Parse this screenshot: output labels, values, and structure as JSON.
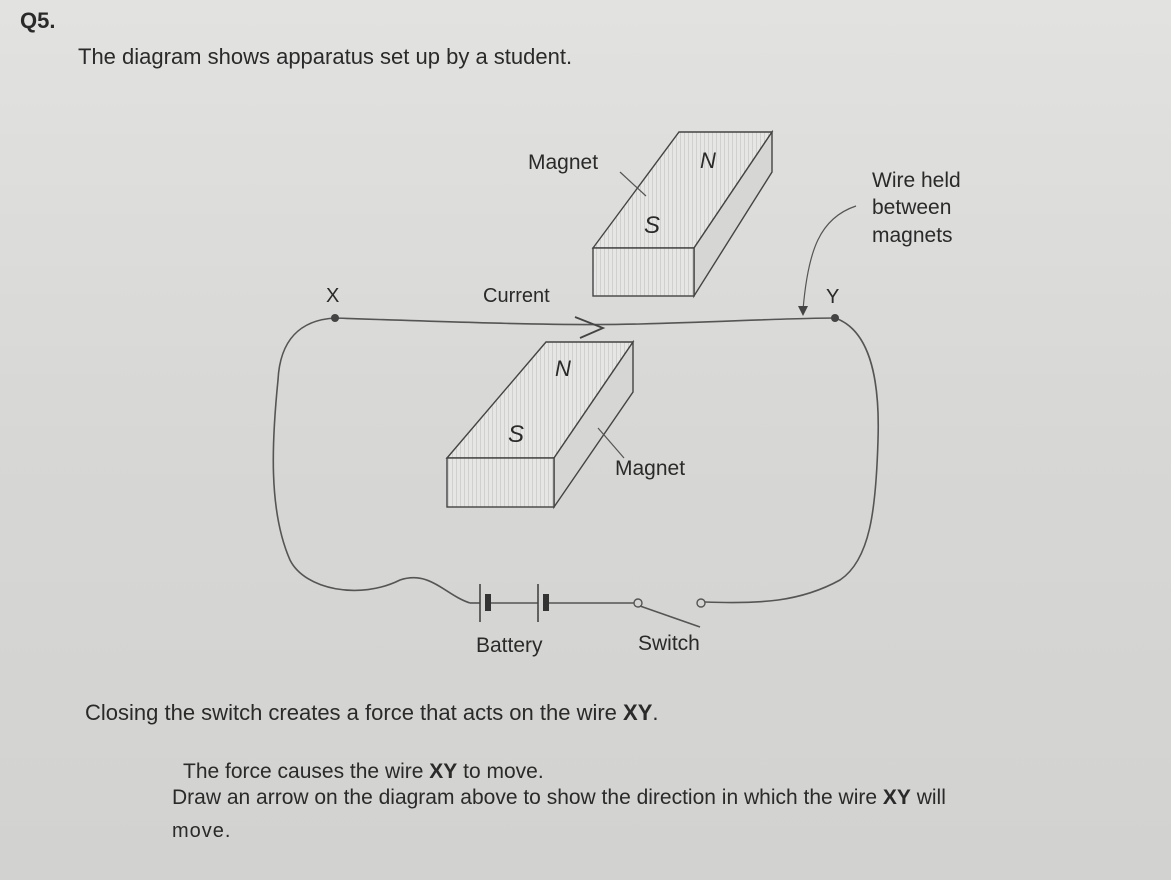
{
  "question": {
    "number": "Q5."
  },
  "intro": "The diagram shows apparatus set up by a student.",
  "diagram": {
    "magnet_top_label": "Magnet",
    "magnet_bottom_label": "Magnet",
    "pole_n": "N",
    "pole_s": "S",
    "wire_held_line1": "Wire held",
    "wire_held_line2": "between",
    "wire_held_line3": "magnets",
    "point_x": "X",
    "point_y": "Y",
    "current_label": "Current",
    "battery_label": "Battery",
    "switch_label": "Switch"
  },
  "statement1": {
    "text": "Closing the switch creates a force that acts on the wire ",
    "bold": "XY",
    "end": "."
  },
  "statement2": {
    "text": "The force causes the wire ",
    "bold": "XY",
    "end": " to move."
  },
  "instruction": {
    "pre": "Draw an arrow on the diagram above to show the direction in which the wire ",
    "bold": "XY",
    "post": " will",
    "line2": "move."
  }
}
